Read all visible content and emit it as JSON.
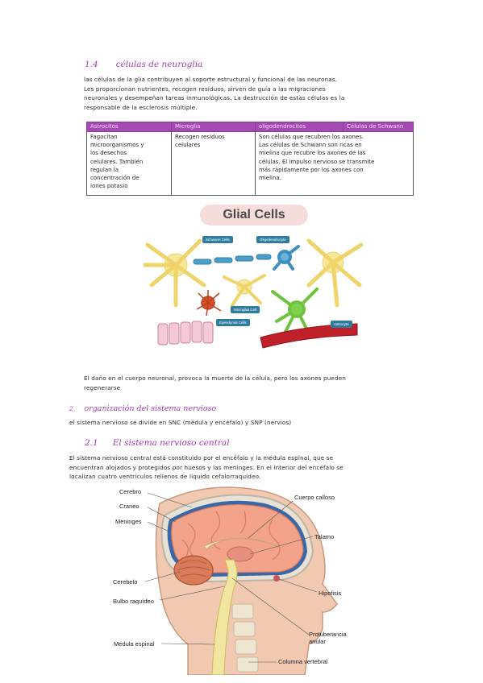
{
  "section_1_4": {
    "number": "1.4",
    "title": "células de neuroglia",
    "paragraph_lines": [
      "las células de la glia contribuyen al soporte estructural y funcional de las neuronas.",
      "Les proporcionan nutrientes, recogen residuos, sirven de guía a las migraciones",
      "neuronales y desempeñan tareas inmunológicas. La destrucción de estas células es la",
      "responsable de la esclerosis múltiple."
    ]
  },
  "glia_table": {
    "headers": [
      "Astrocitos",
      "Microglia",
      "oligodendrocitos",
      "Células de Schwann"
    ],
    "astrocitos_lines": [
      "Fagocitan",
      "microorganismos y",
      "los desechos",
      "celulares. También",
      "regulan la",
      "concentración de",
      "iones potasio"
    ],
    "microglia_lines": [
      "Recogen residuos",
      "celulares"
    ],
    "oligo_schwann_lines": [
      "Son células que recubren los axones.",
      "Las células de Schwann son ricas en",
      "mielina que recubre los axones de las",
      "células. El impulso nervioso se transmite",
      "más rápidamente por los axones con",
      "mielina."
    ]
  },
  "glial_figure": {
    "title": "Glial Cells",
    "labels": {
      "schwann": "Schwann Cells",
      "oligodendrocyte": "Oligodendrocyte",
      "microglial": "Microglial Cell",
      "ependymal": "Ependymal Cells",
      "astrocyte": "Astrocyte"
    }
  },
  "neuron_damage_lines": [
    "El daño en el cuerpo neuronal, provoca la muerte de la célula, pero los axones pueden",
    "regenerarse"
  ],
  "section_2": {
    "number": "2",
    "title": "organización del sistema nervioso",
    "text": "el sistema nervioso se divide en SNC (médula y encéfalo) y SNP (nervios)"
  },
  "section_2_1": {
    "number": "2.1",
    "title": "El sistema nervioso central",
    "paragraph_lines": [
      "El sistema nervioso central está constituido por el encéfalo y la médula espinal, que se",
      "encuentran alojados y protegidos por huesos y las meninges. En el interior del encéfalo se",
      "localizan cuatro ventrículos rellenos de líquido cefalorraquídeo."
    ]
  },
  "brain_figure": {
    "labels": {
      "cerebro": "Cerebro",
      "craneo": "Craneo",
      "meninges": "Meninges",
      "cerebelo": "Cerebelo",
      "bulbo": "Bulbo raquídeo",
      "medula": "Medula espinal",
      "cuerpo_calloso": "Cuerpo calloso",
      "talamo": "Talamo",
      "hipofisis": "Hipofisis",
      "protuberancia_1": "Protuberancia",
      "protuberancia_2": "anular",
      "columna": "Columna vertebral"
    }
  },
  "colors": {
    "heading": "#a23bb0",
    "table_header": "#a54ab3",
    "banner": "#f6dcdb",
    "label_tag": "#2f7d9e"
  }
}
